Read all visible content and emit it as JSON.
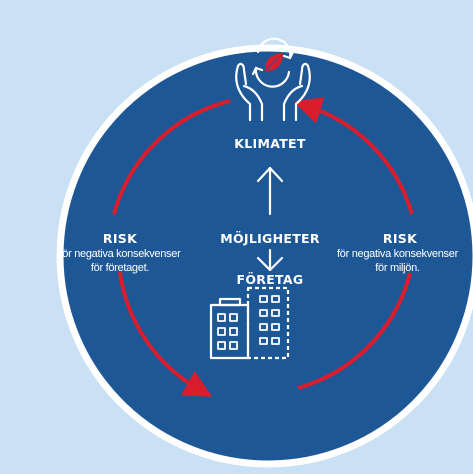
{
  "nodes": {
    "climate": "KLIMATET",
    "company": "FÖRETAG",
    "opportunities": "MÖJLIGHETER"
  },
  "left_risk": {
    "title": "RISK",
    "line1": "för negativa konsekvenser",
    "line2": "för företaget."
  },
  "right_risk": {
    "title": "RISK",
    "line1": "för negativa konsekvenser",
    "line2": "för miljön."
  },
  "colors": {
    "background": "#c9e0f5",
    "circle_fill": "#1d5796",
    "circle_border": "#ffffff",
    "cycle_arrows": "#d81e2c",
    "icons": "#ffffff",
    "leaf": "#d81e2c"
  },
  "icons": {
    "top": "hands-holding-recycle-leaf-icon",
    "bottom": "office-buildings-icon",
    "up": "arrow-up-icon",
    "down": "arrow-down-icon"
  }
}
